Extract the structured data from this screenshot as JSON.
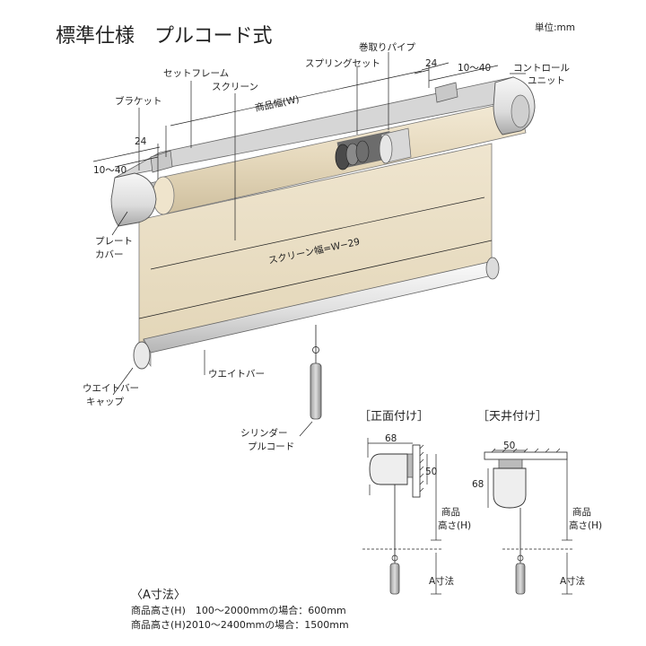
{
  "title": "標準仕様　プルコード式",
  "unit": "単位:mm",
  "labels": {
    "set_frame": "セットフレーム",
    "spring_set": "スプリングセット",
    "winding_pipe": "巻取りパイプ",
    "bracket": "ブラケット",
    "screen": "スクリーン",
    "product_width": "商品幅(W)",
    "control_unit_1": "コントロール",
    "control_unit_2": "ユニット",
    "plate_cover_1": "プレート",
    "plate_cover_2": "カバー",
    "screen_width": "スクリーン幅=W−29",
    "weight_bar": "ウエイトバー",
    "weight_bar_cap_1": "ウエイトバー",
    "weight_bar_cap_2": "キャップ",
    "cylinder_pull_1": "シリンダー",
    "cylinder_pull_2": "プルコード"
  },
  "dims": {
    "d24_left": "24",
    "range_left": "10〜40",
    "d24_right": "24",
    "range_right": "10〜40"
  },
  "front_mount": {
    "title": "［正面付け］",
    "width": "68",
    "height": "50",
    "product_height_1": "商品",
    "product_height_2": "高さ(H)",
    "a_dim": "A寸法"
  },
  "ceiling_mount": {
    "title": "［天井付け］",
    "width": "50",
    "height": "68",
    "product_height_1": "商品",
    "product_height_2": "高さ(H)",
    "a_dim": "A寸法"
  },
  "a_notes": {
    "heading": "〈A寸法〉",
    "line1": "商品高さ(H)　100〜2000mmの場合：600mm",
    "line2": "商品高さ(H)2010〜2400mmの場合：1500mm"
  },
  "colors": {
    "screen": "#e8dcc2",
    "metal": "#e4e4e4",
    "metal_dark": "#b8b8b8"
  }
}
